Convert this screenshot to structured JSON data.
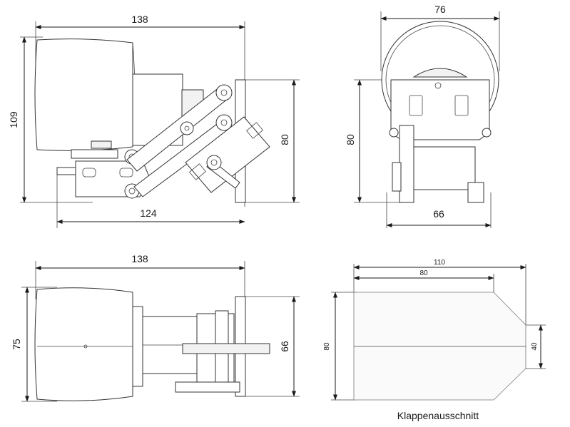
{
  "side_view": {
    "width": "138",
    "height": "109",
    "flange_height": "80",
    "base_length": "124"
  },
  "front_view": {
    "width": "76",
    "height": "80",
    "base_width": "66"
  },
  "top_view": {
    "width": "138",
    "height": "75",
    "flange_height": "66"
  },
  "cutout": {
    "total_width": "110",
    "top_width": "80",
    "height": "80",
    "tip_height": "40",
    "caption": "Klappenausschnitt"
  }
}
